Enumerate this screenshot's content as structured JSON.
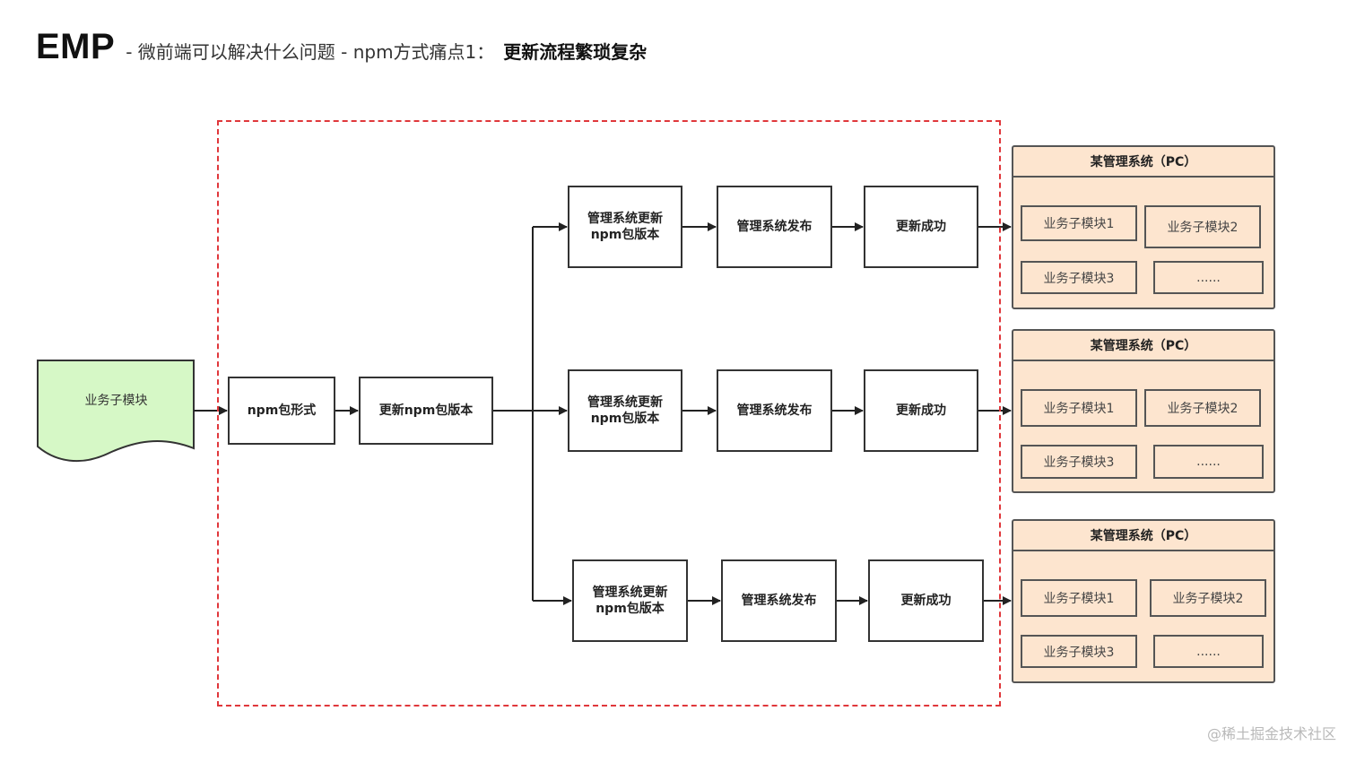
{
  "header": {
    "brand": "EMP",
    "subtitle": "- 微前端可以解决什么问题 - npm方式痛点1：",
    "subtitle_strong": "更新流程繁琐复杂"
  },
  "source_doc": {
    "label": "业务子模块"
  },
  "flow": {
    "npm_package": "npm包形式",
    "update_npm": "更新npm包版本",
    "rows": [
      {
        "update_l1": "管理系统更新",
        "update_l2": "npm包版本",
        "publish": "管理系统发布",
        "success": "更新成功"
      },
      {
        "update_l1": "管理系统更新",
        "update_l2": "npm包版本",
        "publish": "管理系统发布",
        "success": "更新成功"
      },
      {
        "update_l1": "管理系统更新",
        "update_l2": "npm包版本",
        "publish": "管理系统发布",
        "success": "更新成功"
      }
    ]
  },
  "systems": [
    {
      "title": "某管理系统（PC）",
      "modules": [
        "业务子模块1",
        "业务子模块2",
        "业务子模块3",
        "......"
      ]
    },
    {
      "title": "某管理系统（PC）",
      "modules": [
        "业务子模块1",
        "业务子模块2",
        "业务子模块3",
        "......"
      ]
    },
    {
      "title": "某管理系统（PC）",
      "modules": [
        "业务子模块1",
        "业务子模块2",
        "业务子模块3",
        "......"
      ]
    }
  ],
  "colors": {
    "dashed_border": "#e0373b",
    "doc_fill": "#d6f8c6",
    "system_fill": "#fde5cf"
  },
  "watermark": "@稀土掘金技术社区"
}
